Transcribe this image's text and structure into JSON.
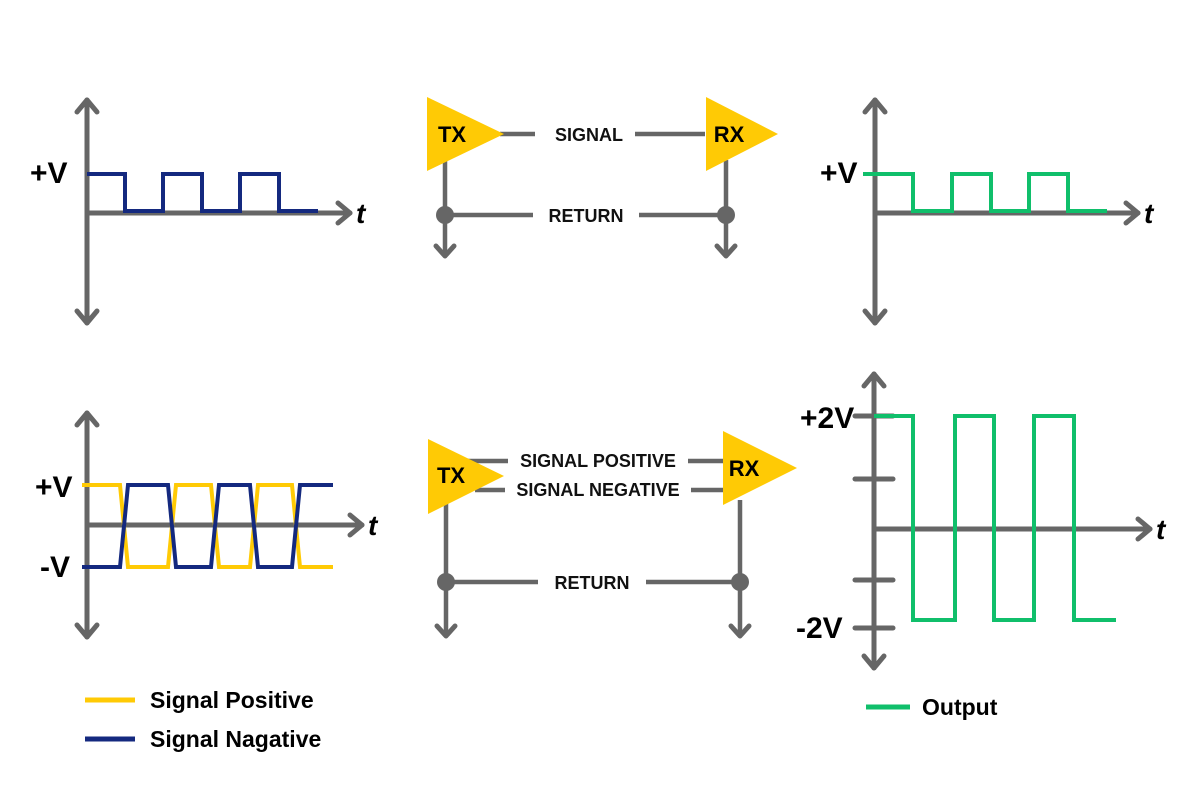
{
  "colors": {
    "signal_positive": "#FFCA05",
    "signal_negative": "#14297F",
    "output": "#10BF6B",
    "axis": "#666666",
    "amplifier": "#FFCA05"
  },
  "panels": {
    "single_ended_input": {
      "y_label": "+V",
      "x_label": "t",
      "wave_color": "signal_negative"
    },
    "single_ended_circuit": {
      "tx_label": "TX",
      "rx_label": "RX",
      "signal_label": "SIGNAL",
      "return_label": "RETURN"
    },
    "single_ended_output": {
      "y_label": "+V",
      "x_label": "t",
      "wave_color": "output"
    },
    "differential_input": {
      "y_pos_label": "+V",
      "y_neg_label": "-V",
      "x_label": "t"
    },
    "differential_circuit": {
      "tx_label": "TX",
      "rx_label": "RX",
      "signal_positive_label": "SIGNAL POSITIVE",
      "signal_negative_label": "SIGNAL NEGATIVE",
      "return_label": "RETURN"
    },
    "differential_output": {
      "y_pos_label": "+2V",
      "y_neg_label": "-2V",
      "x_label": "t"
    }
  },
  "legend": {
    "signal_positive": "Signal Positive",
    "signal_negative": "Signal Nagative",
    "output": "Output"
  }
}
